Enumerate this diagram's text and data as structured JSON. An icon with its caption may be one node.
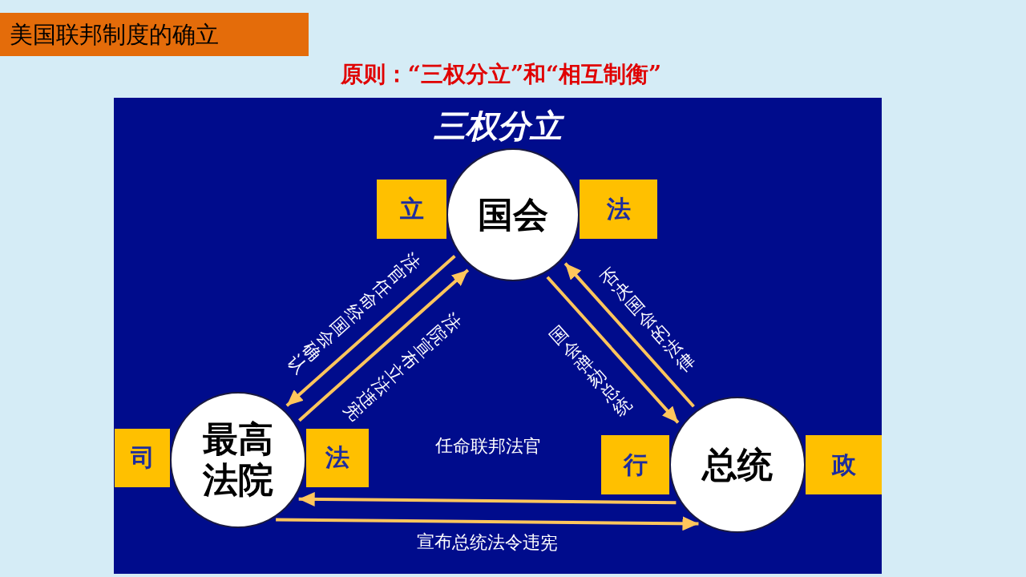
{
  "diagram": {
    "title": "美国联邦制度的确立",
    "nodes": [
      {
        "text": [
          "三权分立"
        ]
      },
      {
        "text": [
          "立"
        ],
        "in": 0
      },
      {
        "text": [
          "国会"
        ],
        "in": 0
      },
      {
        "text": [
          "法"
        ],
        "in": 0
      },
      {
        "text": [
          "司"
        ],
        "in": 0
      },
      {
        "text": [
          "最高法院"
        ],
        "in": 0
      },
      {
        "text": [
          "法"
        ],
        "in": 0
      },
      {
        "text": [
          "行"
        ],
        "in": 0
      },
      {
        "text": [
          "总统"
        ],
        "in": 0
      },
      {
        "text": [
          "政"
        ],
        "in": 0
      }
    ],
    "edges": [
      {
        "from": 2,
        "to": 5,
        "arrow": "to",
        "label": "法官任命经国会确认"
      },
      {
        "from": 5,
        "to": 2,
        "arrow": "to",
        "label": "法院宣布立法违宪"
      },
      {
        "from": 2,
        "to": 8,
        "arrow": "to",
        "label": "国会弹劾总统"
      },
      {
        "from": 8,
        "to": 2,
        "arrow": "to",
        "label": "否决国会的法律"
      },
      {
        "from": 8,
        "to": 5,
        "arrow": "to",
        "label": "任命联邦法官"
      },
      {
        "from": 5,
        "to": 8,
        "arrow": "to",
        "label": "宣布总统法令违宪"
      }
    ],
    "labels": [
      "原则：“三权分立”和“相互制衡”"
    ]
  }
}
